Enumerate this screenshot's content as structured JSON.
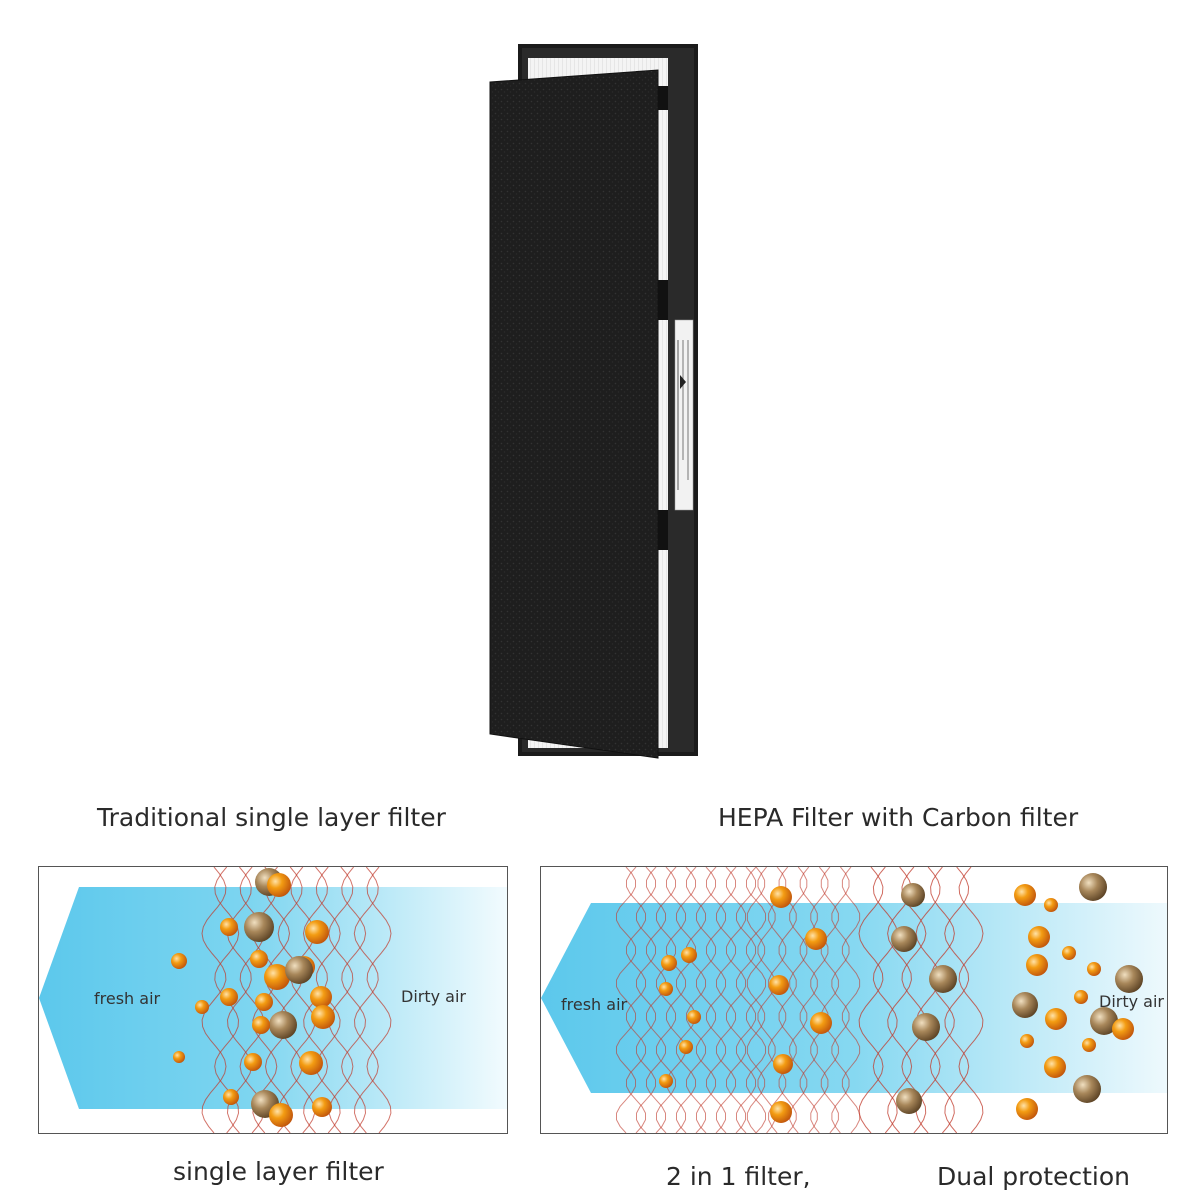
{
  "captions": {
    "traditional": "Traditional single layer filter",
    "hepa": "HEPA Filter with Carbon filter",
    "single_layer": "single layer filter",
    "two_in_one": "2  in 1 filter,",
    "dual": "Dual protection"
  },
  "left_diagram": {
    "fresh_air": "fresh air",
    "dirty_air": "Dirty air"
  },
  "right_diagram": {
    "fresh_air": "fresh air",
    "dirty_air": "Dirty air"
  },
  "colors": {
    "airflow": "#5cc8ec",
    "filter_fibers": "#c0392b",
    "particle_orange": "#e67e22",
    "particle_brown": "#8b6a3e",
    "carbon_pad": "#1e1e1e"
  }
}
